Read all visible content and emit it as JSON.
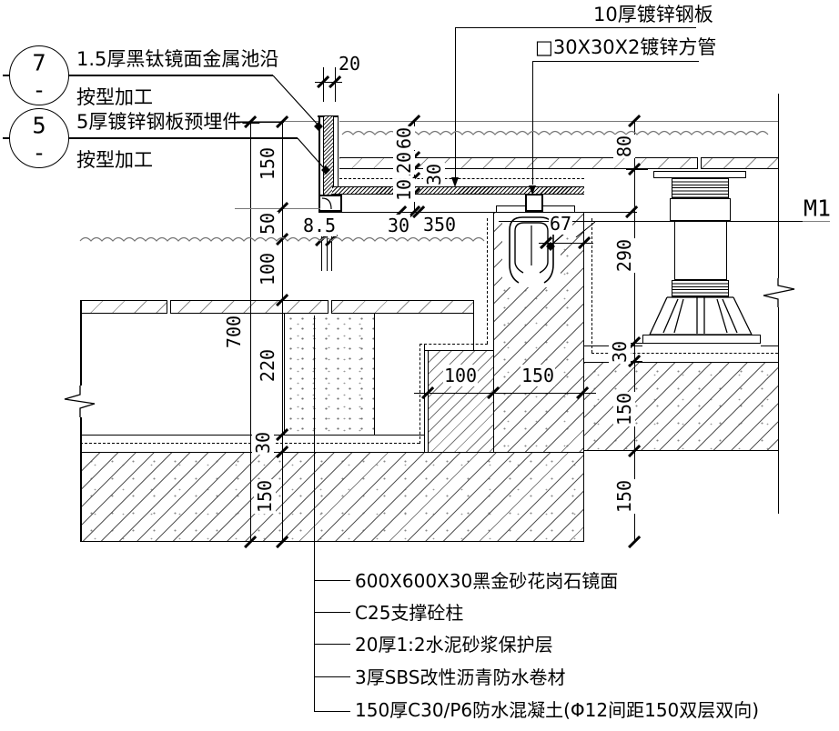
{
  "callouts": {
    "c7": {
      "number": "7",
      "dash": "-",
      "line1": "1.5厚黑钛镜面金属池沿",
      "line2": "按型加工"
    },
    "c5": {
      "number": "5",
      "dash": "-",
      "line1": "5厚镀锌钢板预埋件—",
      "line2": "按型加工"
    }
  },
  "labels": {
    "steel_plate": "10厚镀锌钢板",
    "square_tube": "□30X30X2镀锌方管",
    "m1": "M1"
  },
  "notes": [
    "600X600X30黑金砂花岗石镜面",
    "C25支撑砼柱",
    "20厚1:2水泥砂浆保护层",
    "3厚SBS改性沥青防水卷材",
    "150厚C30/P6防水混凝土(Φ12间距150双层双向)"
  ],
  "dims": {
    "top_gap": "20",
    "edge": "8.5",
    "offset30": "30",
    "span350": "350",
    "stack": [
      "60",
      "20",
      "10",
      "30"
    ],
    "left": [
      "150",
      "50",
      "100",
      "220",
      "30",
      "150"
    ],
    "left_total": "700",
    "right": [
      "80",
      "290",
      "30",
      "150",
      "150"
    ],
    "step": [
      "100",
      "150"
    ],
    "channel": "67"
  }
}
